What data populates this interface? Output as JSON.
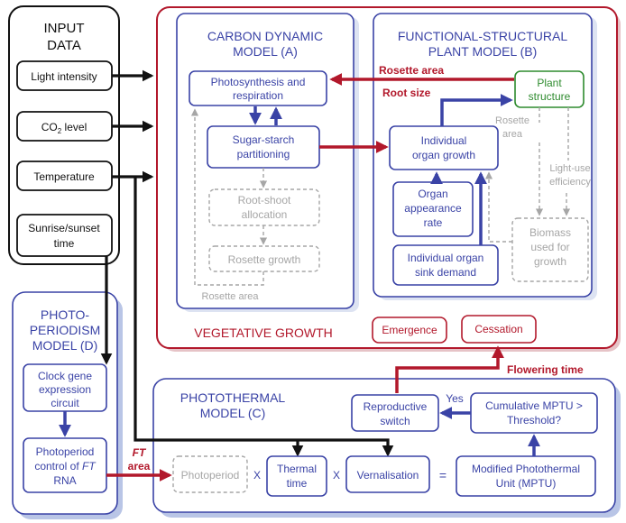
{
  "input": {
    "title1": "INPUT",
    "title2": "DATA",
    "light": "Light intensity",
    "co2_main": "CO",
    "co2_sub": "2",
    "co2_rest": " level",
    "temperature": "Temperature",
    "sunrise1": "Sunrise/sunset",
    "sunrise2": "time"
  },
  "carbon": {
    "title1": "CARBON DYNAMIC",
    "title2": "MODEL (A)",
    "photo1": "Photosynthesis and",
    "photo2": "respiration",
    "sugar1": "Sugar-starch",
    "sugar2": "partitioning",
    "rootshoot1": "Root-shoot",
    "rootshoot2": "allocation",
    "rosette_growth": "Rosette growth",
    "rosette_area": "Rosette area"
  },
  "fspm": {
    "title1": "FUNCTIONAL-STRUCTURAL",
    "title2": "PLANT MODEL (B)",
    "rosette_area_arrow": "Rosette area",
    "root_size": "Root size",
    "plant1": "Plant",
    "plant2": "structure",
    "rosette_area1": "Rosette",
    "rosette_area2": "area",
    "light_use1": "Light-use",
    "light_use2": "efficiency",
    "organ_growth1": "Individual",
    "organ_growth2": "organ growth",
    "appearance1": "Organ",
    "appearance2": "appearance",
    "appearance3": "rate",
    "sink1": "Individual organ",
    "sink2": "sink demand",
    "biomass1": "Biomass",
    "biomass2": "used for",
    "biomass3": "growth"
  },
  "vegetative": {
    "label": "VEGETATIVE GROWTH",
    "emergence": "Emergence",
    "cessation": "Cessation",
    "flowering_time": "Flowering time"
  },
  "photoperiodism": {
    "title1": "PHOTO-",
    "title2": "PERIODISM",
    "title3": "MODEL (D)",
    "clock1": "Clock gene",
    "clock2": "expression",
    "clock3": "circuit",
    "control1": "Photoperiod",
    "control2_a": "control of ",
    "control2_b": "FT",
    "control3": "RNA",
    "ft_area1": "FT",
    "ft_area2": "area"
  },
  "photothermal": {
    "title1": "PHOTOTHERMAL",
    "title2": "MODEL (C)",
    "photoperiod": "Photoperiod",
    "times1": "X",
    "thermal1": "Thermal",
    "thermal2": "time",
    "times2": "X",
    "vernalisation": "Vernalisation",
    "equals": "=",
    "mptu1": "Modified Photothermal",
    "mptu2": "Unit (MPTU)",
    "cumulative1": "Cumulative MPTU >",
    "cumulative2": "Threshold?",
    "yes": "Yes",
    "reproductive1": "Reproductive",
    "reproductive2": "switch"
  },
  "colors": {
    "blue": "#3a43a6",
    "red": "#b2182b",
    "green": "#2e8b2e",
    "gray": "#a6a6a6",
    "black": "#111111",
    "shadow": "#9aa9d6"
  }
}
